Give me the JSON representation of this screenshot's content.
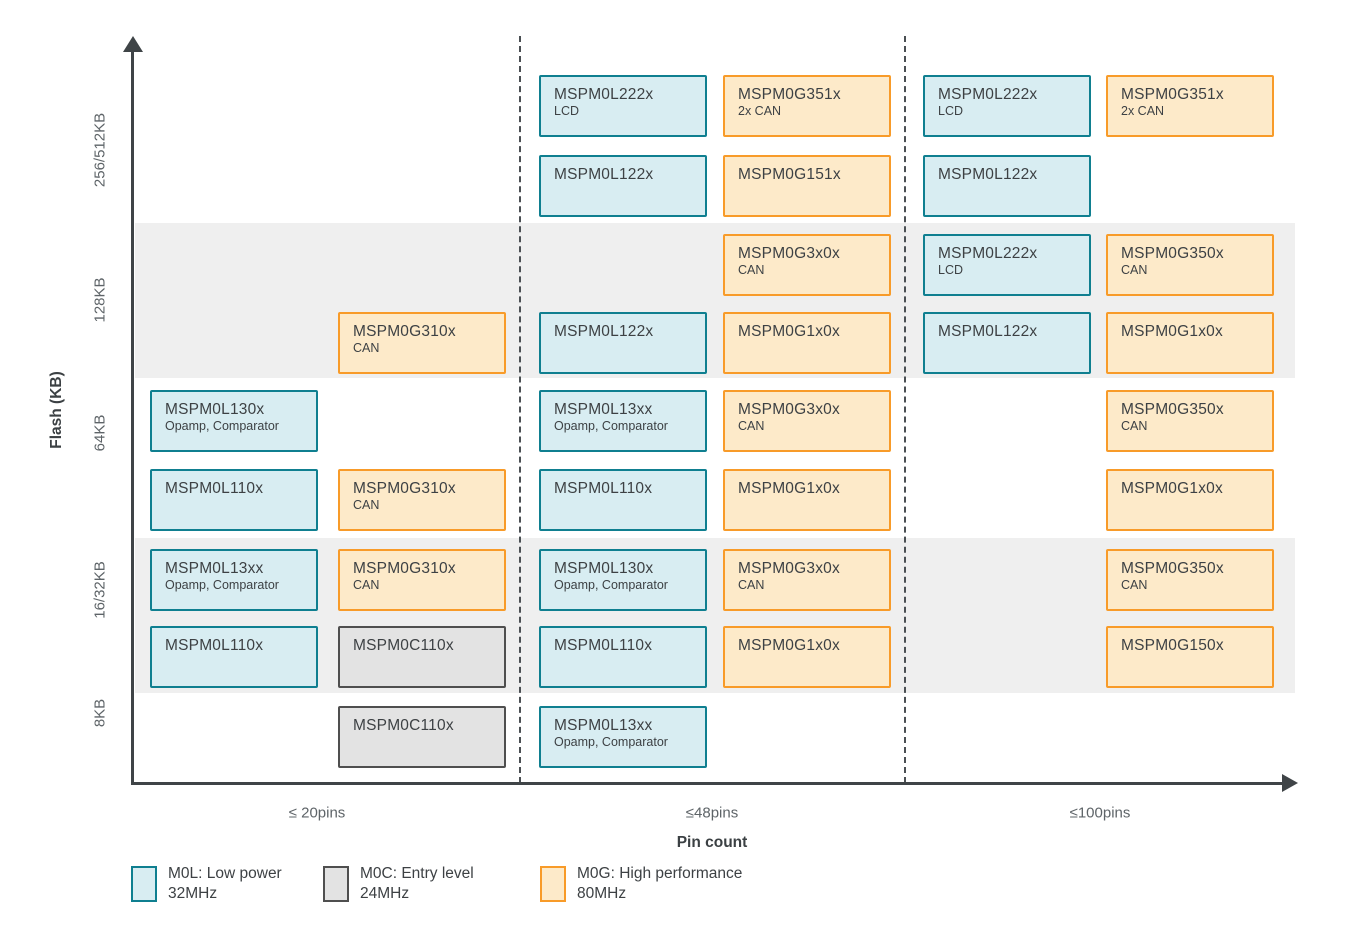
{
  "colors": {
    "m0l_fill": "#d8edf2",
    "m0l_border": "#0f7f90",
    "m0g_fill": "#fdeac9",
    "m0g_border": "#f89b29",
    "m0c_fill": "#e3e3e3",
    "m0c_border": "#4f4f4f",
    "band": "#efefef",
    "axis": "#3f4447"
  },
  "chart_data": {
    "type": "heatmap",
    "title": "",
    "xlabel": "Pin count",
    "ylabel": "Flash (KB)",
    "x_categories": [
      "≤ 20pins",
      "≤48pins",
      "≤100pins"
    ],
    "y_categories": [
      "256/512KB",
      "128KB",
      "64KB",
      "16/32KB",
      "8KB"
    ],
    "legend_position": "bottom",
    "grid": false,
    "legend": [
      {
        "id": "M0L",
        "label": "M0L: Low power",
        "freq": "32MHz"
      },
      {
        "id": "M0C",
        "label": "M0C: Entry level",
        "freq": "24MHz"
      },
      {
        "id": "M0G",
        "label": "M0G: High performance",
        "freq": "80MHz"
      }
    ],
    "boxes": [
      {
        "r": 0,
        "c": 2,
        "t": "M0L",
        "name": "MSPM0L222x",
        "sub": "LCD"
      },
      {
        "r": 0,
        "c": 3,
        "t": "M0G",
        "name": "MSPM0G351x",
        "sub": "2x CAN"
      },
      {
        "r": 0,
        "c": 4,
        "t": "M0L",
        "name": "MSPM0L222x",
        "sub": "LCD"
      },
      {
        "r": 0,
        "c": 5,
        "t": "M0G",
        "name": "MSPM0G351x",
        "sub": "2x CAN"
      },
      {
        "r": 1,
        "c": 2,
        "t": "M0L",
        "name": "MSPM0L122x"
      },
      {
        "r": 1,
        "c": 3,
        "t": "M0G",
        "name": "MSPM0G151x"
      },
      {
        "r": 1,
        "c": 4,
        "t": "M0L",
        "name": "MSPM0L122x"
      },
      {
        "r": 2,
        "c": 3,
        "t": "M0G",
        "name": "MSPM0G3x0x",
        "sub": "CAN"
      },
      {
        "r": 2,
        "c": 4,
        "t": "M0L",
        "name": "MSPM0L222x",
        "sub": "LCD"
      },
      {
        "r": 2,
        "c": 5,
        "t": "M0G",
        "name": "MSPM0G350x",
        "sub": "CAN"
      },
      {
        "r": 3,
        "c": 1,
        "t": "M0G",
        "name": "MSPM0G310x",
        "sub": "CAN"
      },
      {
        "r": 3,
        "c": 2,
        "t": "M0L",
        "name": "MSPM0L122x"
      },
      {
        "r": 3,
        "c": 3,
        "t": "M0G",
        "name": "MSPM0G1x0x"
      },
      {
        "r": 3,
        "c": 4,
        "t": "M0L",
        "name": "MSPM0L122x"
      },
      {
        "r": 3,
        "c": 5,
        "t": "M0G",
        "name": "MSPM0G1x0x"
      },
      {
        "r": 4,
        "c": 0,
        "t": "M0L",
        "name": "MSPM0L130x",
        "sub": "Opamp, Comparator"
      },
      {
        "r": 4,
        "c": 2,
        "t": "M0L",
        "name": "MSPM0L13xx",
        "sub": "Opamp, Comparator"
      },
      {
        "r": 4,
        "c": 3,
        "t": "M0G",
        "name": "MSPM0G3x0x",
        "sub": "CAN"
      },
      {
        "r": 4,
        "c": 5,
        "t": "M0G",
        "name": "MSPM0G350x",
        "sub": "CAN"
      },
      {
        "r": 5,
        "c": 0,
        "t": "M0L",
        "name": "MSPM0L110x"
      },
      {
        "r": 5,
        "c": 1,
        "t": "M0G",
        "name": "MSPM0G310x",
        "sub": "CAN"
      },
      {
        "r": 5,
        "c": 2,
        "t": "M0L",
        "name": "MSPM0L110x"
      },
      {
        "r": 5,
        "c": 3,
        "t": "M0G",
        "name": "MSPM0G1x0x"
      },
      {
        "r": 5,
        "c": 5,
        "t": "M0G",
        "name": "MSPM0G1x0x"
      },
      {
        "r": 6,
        "c": 0,
        "t": "M0L",
        "name": "MSPM0L13xx",
        "sub": "Opamp, Comparator"
      },
      {
        "r": 6,
        "c": 1,
        "t": "M0G",
        "name": "MSPM0G310x",
        "sub": "CAN"
      },
      {
        "r": 6,
        "c": 2,
        "t": "M0L",
        "name": "MSPM0L130x",
        "sub": "Opamp, Comparator"
      },
      {
        "r": 6,
        "c": 3,
        "t": "M0G",
        "name": "MSPM0G3x0x",
        "sub": "CAN"
      },
      {
        "r": 6,
        "c": 5,
        "t": "M0G",
        "name": "MSPM0G350x",
        "sub": "CAN"
      },
      {
        "r": 7,
        "c": 0,
        "t": "M0L",
        "name": "MSPM0L110x"
      },
      {
        "r": 7,
        "c": 1,
        "t": "M0C",
        "name": "MSPM0C110x"
      },
      {
        "r": 7,
        "c": 2,
        "t": "M0L",
        "name": "MSPM0L110x"
      },
      {
        "r": 7,
        "c": 3,
        "t": "M0G",
        "name": "MSPM0G1x0x"
      },
      {
        "r": 7,
        "c": 5,
        "t": "M0G",
        "name": "MSPM0G150x"
      },
      {
        "r": 8,
        "c": 1,
        "t": "M0C",
        "name": "MSPM0C110x"
      },
      {
        "r": 8,
        "c": 2,
        "t": "M0L",
        "name": "MSPM0L13xx",
        "sub": "Opamp, Comparator"
      }
    ]
  }
}
